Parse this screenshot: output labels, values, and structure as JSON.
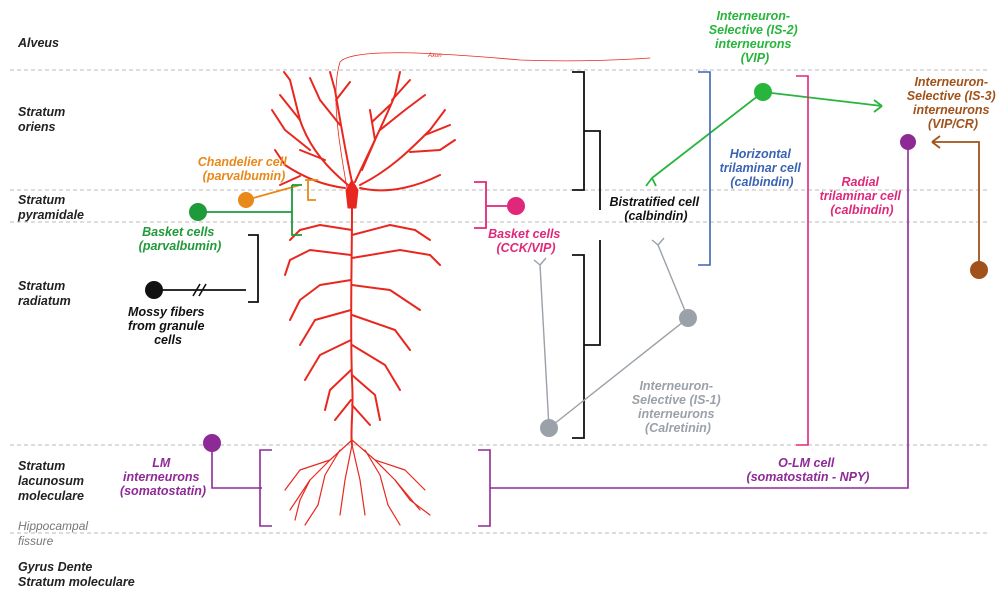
{
  "colors": {
    "pyramidal": "#e8281f",
    "basket_pv": "#1f9a3a",
    "chandelier": "#e8891a",
    "basket_cck": "#e0287a",
    "mossy": "#111111",
    "is2": "#27b53c",
    "is1": "#9aa1a8",
    "horizontal": "#3c64b4",
    "radial": "#e0287a",
    "is3": "#a0521a",
    "olm": "#8e2a96",
    "lm": "#8e2a96",
    "bistratified": "#111111",
    "layer_line": "#bbbbbb"
  },
  "layers": {
    "alveus": "Alveus",
    "oriens": [
      "Stratum",
      "oriens"
    ],
    "pyramidale": [
      "Stratum",
      "pyramidale"
    ],
    "radiatum": [
      "Stratum",
      "radiatum"
    ],
    "lacunosum": [
      "Stratum",
      "lacunosum",
      "moleculare"
    ],
    "fissure": [
      "Hippocampal",
      "fissure"
    ],
    "gyrus": [
      "Gyrus Dente",
      "Stratum moleculare"
    ]
  },
  "axon_label": "Axon",
  "cells": {
    "chandelier": [
      "Chandelier cell",
      "(parvalbumin)"
    ],
    "basket_pv": [
      "Basket cells",
      "(parvalbumin)"
    ],
    "mossy": [
      "Mossy fibers",
      "from granule",
      "cells"
    ],
    "basket_cck": [
      "Basket cells",
      "(CCK/VIP)"
    ],
    "bistratified": [
      "Bistratified cell",
      "(calbindin)"
    ],
    "is2": [
      "Interneuron-",
      "Selective (IS-2)",
      "interneurons",
      "(VIP)"
    ],
    "horizontal": [
      "Horizontal",
      "trilaminar cell",
      "(calbindin)"
    ],
    "radial": [
      "Radial",
      "trilaminar cell",
      "(calbindin)"
    ],
    "is3": [
      "Interneuron-",
      "Selective (IS-3)",
      "interneurons",
      "(VIP/CR)"
    ],
    "is1": [
      "Interneuron-",
      "Selective (IS-1)",
      "interneurons",
      "(Calretinin)"
    ],
    "lm": [
      "LM",
      "interneurons",
      "(somatostatin)"
    ],
    "olm": [
      "O-LM cell",
      "(somatostatin - NPY)"
    ]
  }
}
